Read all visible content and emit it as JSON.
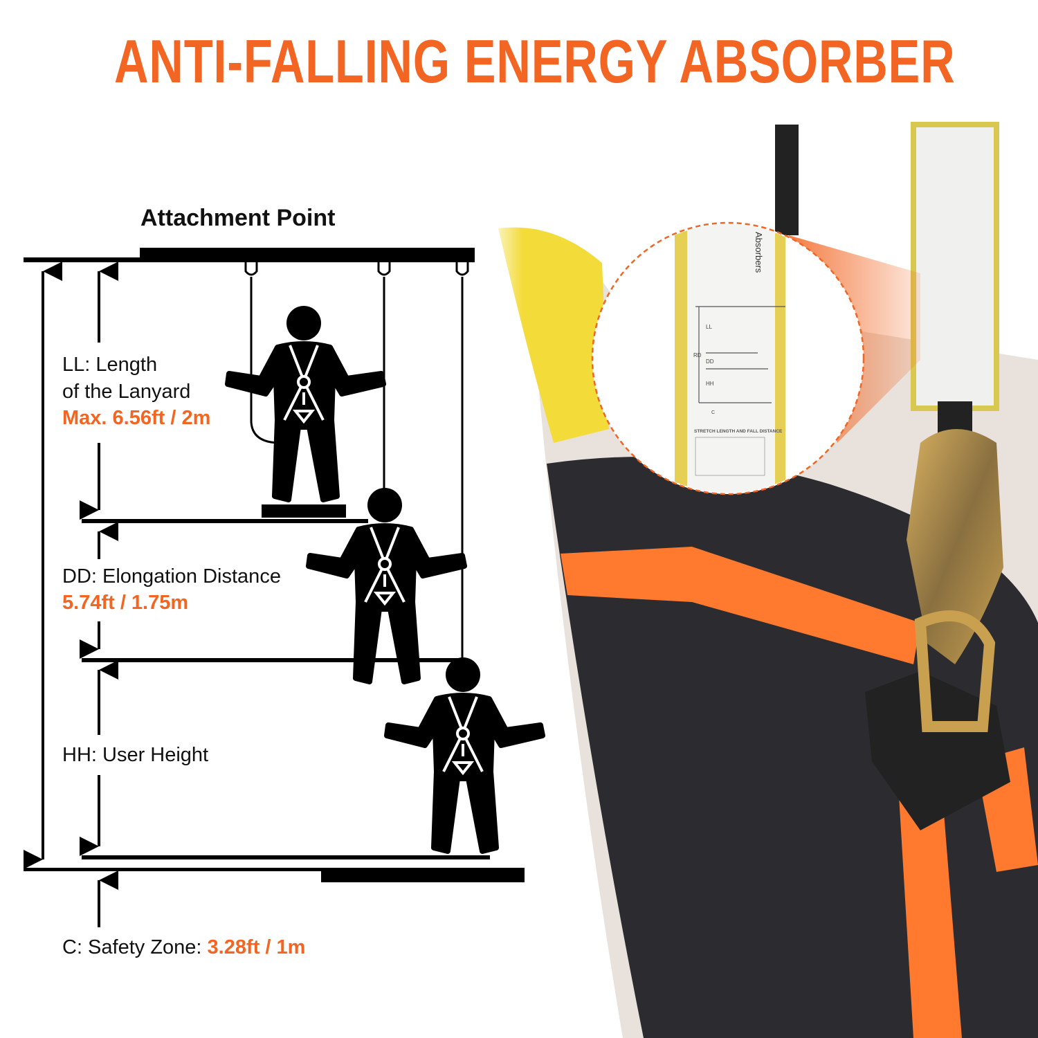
{
  "title": "ANTI-FALLING ENERGY ABSORBER",
  "diagram": {
    "attachment_label": "Attachment Point",
    "ll": {
      "line1": "LL: Length",
      "line2": "of the Lanyard",
      "value": "Max. 6.56ft / 2m"
    },
    "dd": {
      "label": "DD: Elongation Distance",
      "value": "5.74ft / 1.75m"
    },
    "hh": {
      "label": "HH: User Height"
    },
    "c": {
      "label": "C: Safety Zone: ",
      "value": "3.28ft / 1m"
    }
  },
  "photo_label": {
    "brand": "Absorbers",
    "heading": "STRETCH LENGTH AND FALL DISTANCE",
    "marks": [
      "LL",
      "DD",
      "HH",
      "RD",
      "C"
    ]
  },
  "colors": {
    "accent": "#f26522",
    "ink": "#000000",
    "strap": "#ff7a2e"
  }
}
